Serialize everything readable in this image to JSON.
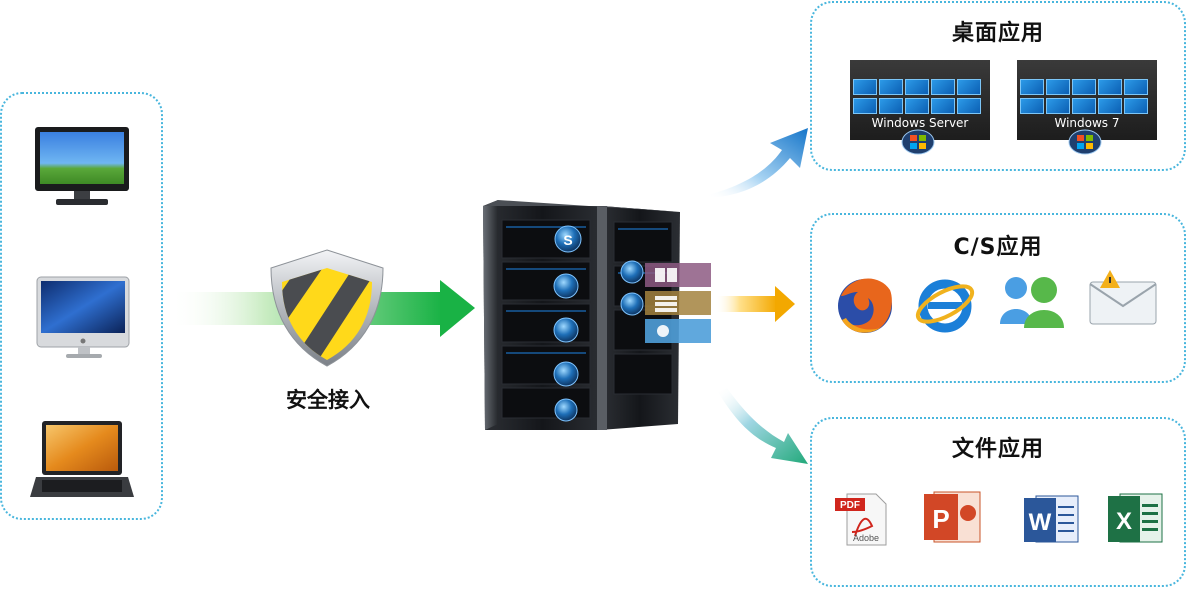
{
  "secure_access": {
    "label": "安全接入"
  },
  "panels": {
    "desktop": {
      "title": "桌面应用",
      "items": [
        {
          "label": "Windows Server"
        },
        {
          "label": "Windows 7"
        }
      ]
    },
    "cs": {
      "title": "C/S应用",
      "icons": [
        "firefox-icon",
        "internet-explorer-icon",
        "msn-messenger-icon",
        "mail-warning-icon"
      ]
    },
    "files": {
      "title": "文件应用",
      "icons": [
        "pdf-icon",
        "powerpoint-icon",
        "word-icon",
        "excel-icon"
      ],
      "pdf_badge": "PDF",
      "pdf_caption": "Adobe",
      "ppt_letter": "P",
      "word_letter": "W",
      "excel_letter": "X"
    }
  },
  "clients": [
    "desktop-monitor-icon",
    "imac-icon",
    "laptop-icon"
  ],
  "server_glyph": "S",
  "colors": {
    "dotted_border": "#49b6dd",
    "green_arrow": "#2bb548",
    "orange_arrow": "#f3a800",
    "blue_arrow": "#1f86d2",
    "teal_arrow": "#2aa88a"
  }
}
